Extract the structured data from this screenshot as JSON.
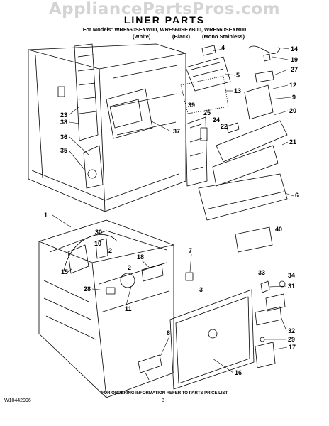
{
  "watermark": "AppliancePartsPros.com",
  "title": "LINER PARTS",
  "models_line": "For Models: WRF560SEYW00, WRF560SEYB00, WRF560SEYM00",
  "variants": [
    "(White)",
    "(Black)",
    "(Mono Stainless)"
  ],
  "footer_note": "FOR ORDERING INFORMATION REFER TO PARTS PRICE LIST",
  "doc_number": "W10442996",
  "page_number": "3",
  "part_labels": [
    "1",
    "2",
    "2",
    "3",
    "4",
    "5",
    "6",
    "7",
    "8",
    "9",
    "10",
    "11",
    "12",
    "13",
    "14",
    "15",
    "16",
    "17",
    "18",
    "19",
    "20",
    "21",
    "22",
    "23",
    "24",
    "25",
    "27",
    "28",
    "29",
    "30",
    "31",
    "32",
    "33",
    "34",
    "35",
    "36",
    "37",
    "38",
    "39",
    "40"
  ]
}
